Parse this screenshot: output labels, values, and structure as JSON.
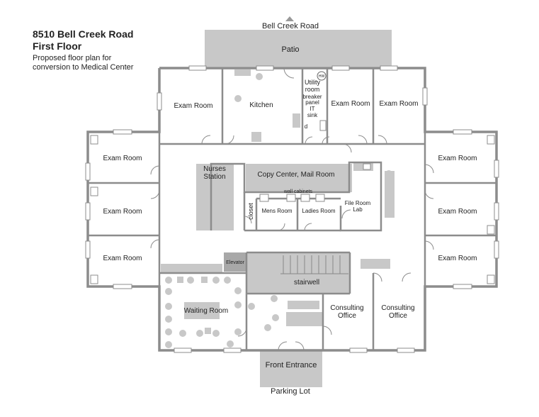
{
  "title": {
    "address": "8510 Bell Creek Road",
    "floor": "First Floor",
    "desc1": "Proposed floor plan for",
    "desc2": "conversion to Medical Center"
  },
  "labels": {
    "bell_creek_road": "Bell Creek Road",
    "patio": "Patio",
    "exam_room": "Exam Room",
    "kitchen": "Kitchen",
    "utility1": "Utility",
    "utility2": "room",
    "hw": "HW",
    "breaker1": "breaker",
    "breaker2": "panel",
    "it": "IT",
    "sink": "sink",
    "nurses1": "Nurses",
    "nurses2": "Station",
    "copy_center": "Copy Center, Mail Room",
    "wall_cabinets": "wall cabinets",
    "closet": "closet",
    "mens_room": "Mens Room",
    "ladies_room": "Ladies Room",
    "file_room1": "File Room",
    "file_room2": "Lab",
    "elevator": "Elevator",
    "stairwell": "stairwell",
    "waiting_room": "Waiting Room",
    "consulting1": "Consulting",
    "consulting2": "Office",
    "front_entrance": "Front Entrance",
    "parking_lot": "Parking Lot",
    "d": "d"
  },
  "colors": {
    "wall": "#8c8c8c",
    "fixture": "#c8c8c8",
    "dark_fixture": "#a8a8a8",
    "window": "#ffffff"
  }
}
